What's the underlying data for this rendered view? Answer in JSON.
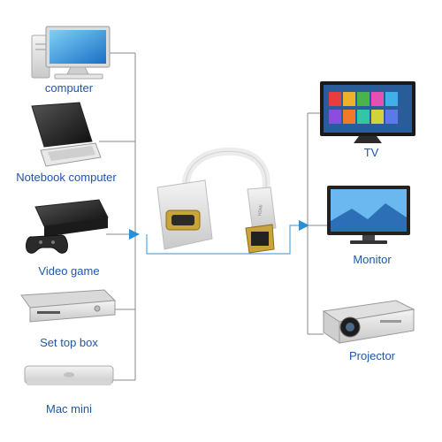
{
  "sources": [
    {
      "label": "computer",
      "icon": "desktop-computer-icon"
    },
    {
      "label": "Notebook computer",
      "icon": "laptop-icon"
    },
    {
      "label": "Video game",
      "icon": "game-console-icon"
    },
    {
      "label": "Set top box",
      "icon": "set-top-box-icon"
    },
    {
      "label": "Mac mini",
      "icon": "mac-mini-icon"
    }
  ],
  "outputs": [
    {
      "label": "TV",
      "icon": "tv-icon"
    },
    {
      "label": "Monitor",
      "icon": "monitor-icon"
    },
    {
      "label": "Projector",
      "icon": "projector-icon"
    }
  ],
  "adapter": {
    "icon": "hdmi-to-vga-adapter-icon",
    "plug_text": "HDMI"
  },
  "colors": {
    "label": "#1e56a8",
    "line": "#888888",
    "arrow": "#2a8fd6",
    "connector": "#5aa7e0"
  }
}
